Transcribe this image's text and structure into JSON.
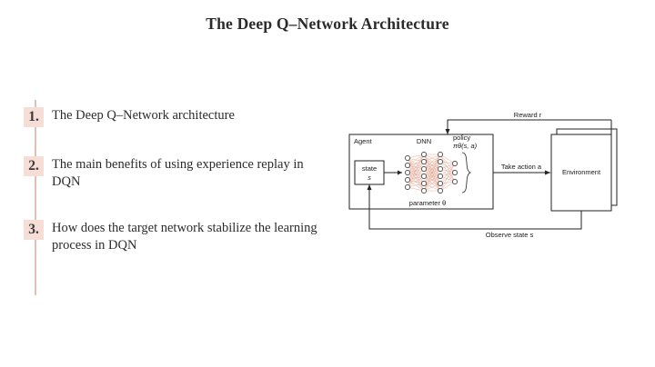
{
  "slide": {
    "title": "The Deep Q–Network Architecture",
    "accent_color": "#e4bfb4",
    "number_bg_color": "#f6ddd5",
    "background_color": "#ffffff"
  },
  "bullets": [
    {
      "number": "1.",
      "text": "The Deep Q–Network architecture"
    },
    {
      "number": "2.",
      "text": "The main benefits of using experience replay in DQN"
    },
    {
      "number": "3.",
      "text": "How does the target network stabilize the learning process in DQN"
    }
  ],
  "diagram": {
    "name": "deep-q-network-architecture-diagram",
    "agent_box_label": "Agent",
    "state_box_line1": "state",
    "state_box_line2": "s",
    "dnn_label": "DNN",
    "policy_label_line1": "policy",
    "policy_label_line2": "πθ(s, a)",
    "parameter_label": "parameter θ",
    "action_label": "Take action a",
    "environment_label": "Environment",
    "reward_label": "Reward r",
    "observe_label": "Observe state s"
  }
}
